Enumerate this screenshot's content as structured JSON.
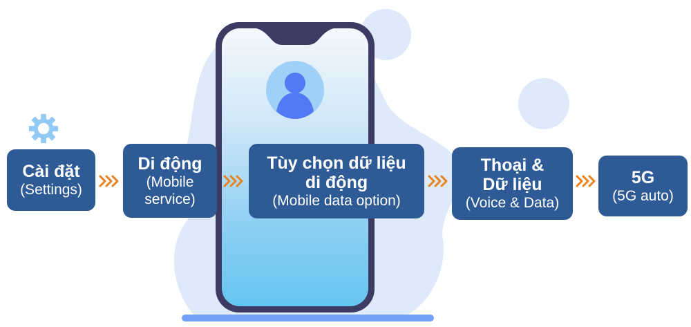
{
  "colors": {
    "step_box": "#2e5b95",
    "step_text": "#ffffff",
    "arrow": "#e8821e",
    "phone_frame": "#3d3b63",
    "avatar_bg": "#9fd0f8",
    "avatar_person": "#5479f4",
    "blob": "#deeaf9",
    "gear": "#92caf6",
    "base_bar": "#74a0f8"
  },
  "icons": {
    "gear": "gear-icon",
    "avatar": "user-avatar-icon",
    "arrow": "triple-chevron-right-icon"
  },
  "steps": [
    {
      "title": "Cài đặt",
      "subtitle": "(Settings)"
    },
    {
      "title": "Di động",
      "subtitle": "(Mobile service)"
    },
    {
      "title": "Tùy chọn dữ liệu di động",
      "subtitle": "(Mobile data option)"
    },
    {
      "title": "Thoại & Dữ liệu",
      "subtitle": "(Voice & Data)"
    },
    {
      "title": "5G",
      "subtitle": "(5G auto)"
    }
  ]
}
